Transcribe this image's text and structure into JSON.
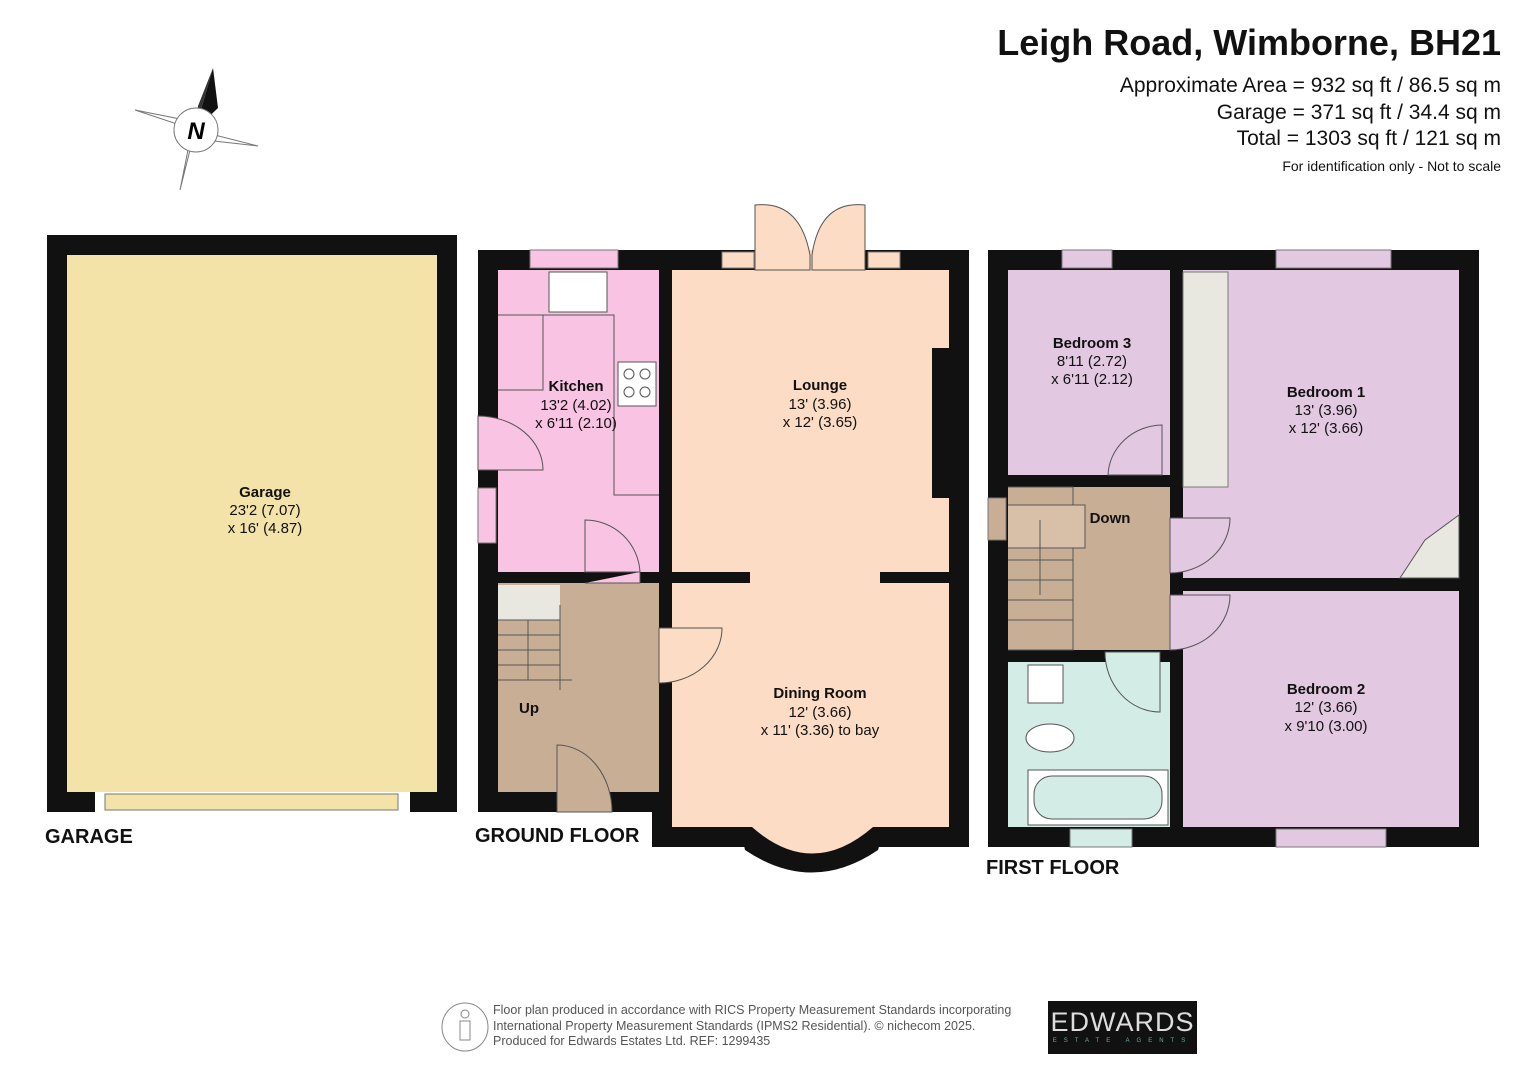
{
  "header": {
    "title": "Leigh Road, Wimborne, BH21",
    "approx_area": "Approximate Area = 932 sq ft / 86.5 sq m",
    "garage_area": "Garage = 371 sq ft / 34.4 sq m",
    "total_area": "Total = 1303 sq ft / 121 sq m",
    "note": "For identification only - Not to scale"
  },
  "compass": {
    "label": "N"
  },
  "floors": {
    "garage": "GARAGE",
    "ground": "GROUND FLOOR",
    "first": "FIRST FLOOR"
  },
  "rooms": {
    "garage": {
      "name": "Garage",
      "dim1": "23'2 (7.07)",
      "dim2": "x 16' (4.87)"
    },
    "kitchen": {
      "name": "Kitchen",
      "dim1": "13'2 (4.02)",
      "dim2": "x 6'11 (2.10)"
    },
    "lounge": {
      "name": "Lounge",
      "dim1": "13' (3.96)",
      "dim2": "x 12' (3.65)"
    },
    "dining": {
      "name": "Dining Room",
      "dim1": "12' (3.66)",
      "dim2": "x 11' (3.36) to bay"
    },
    "bedroom3": {
      "name": "Bedroom 3",
      "dim1": "8'11 (2.72)",
      "dim2": "x 6'11 (2.12)"
    },
    "bedroom1": {
      "name": "Bedroom 1",
      "dim1": "13' (3.96)",
      "dim2": "x 12' (3.66)"
    },
    "bedroom2": {
      "name": "Bedroom 2",
      "dim1": "12' (3.66)",
      "dim2": "x 9'10 (3.00)"
    },
    "stairs_up": "Up",
    "stairs_down": "Down"
  },
  "colors": {
    "wall": "#111111",
    "garage": "#f3e3a9",
    "kitchen": "#f9c3e3",
    "hall": "#c9ae96",
    "lounge": "#fcdcc4",
    "bedroom": "#e3c8e2",
    "bathroom": "#d3ede6"
  },
  "footer": {
    "line1": "Floor plan produced in accordance with RICS Property Measurement Standards incorporating",
    "line2": "International Property Measurement Standards (IPMS2 Residential).   © nichecom 2025.",
    "line3": "Produced for Edwards Estates Ltd.   REF:  1299435",
    "logo_main": "EDWARDS",
    "logo_sub": "ESTATE AGENTS"
  }
}
